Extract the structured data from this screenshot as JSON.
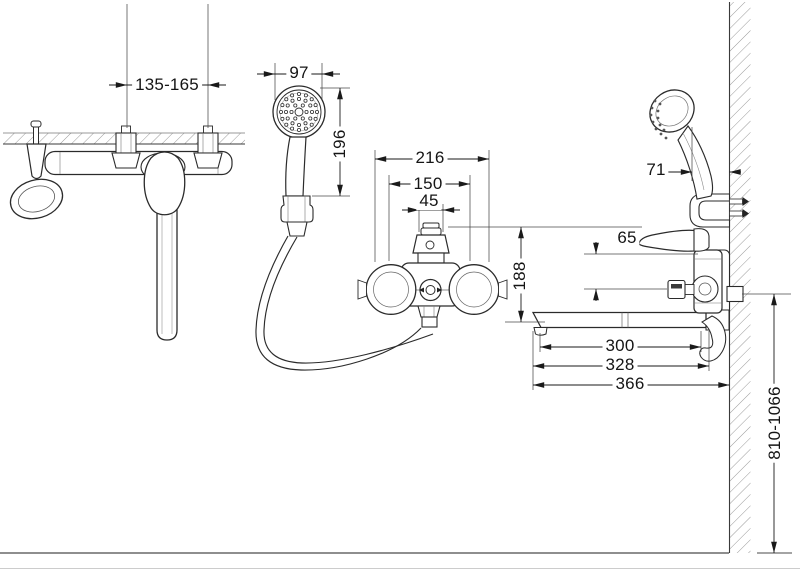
{
  "diagram": {
    "subject": "wall-mounted bath mixer with hand shower - installation drawing",
    "colors": {
      "line": "#2b2b2b",
      "dimension_line": "#1a1a1a",
      "hatch": "#9a9a9a",
      "background": "#ffffff",
      "label_text": "#151515"
    },
    "views": [
      {
        "id": "top",
        "name": "top-view"
      },
      {
        "id": "front",
        "name": "front-view-with-hand-shower"
      },
      {
        "id": "side",
        "name": "side-view-on-wall"
      }
    ],
    "dimensions": {
      "mount_spacing": {
        "label": "135-165"
      },
      "head_width": {
        "label": "97"
      },
      "head_length": {
        "label": "196"
      },
      "overall_width": {
        "label": "216"
      },
      "centers_distance": {
        "label": "150"
      },
      "handle_width": {
        "label": "45"
      },
      "body_height": {
        "label": "188"
      },
      "lever_rise": {
        "label": "65"
      },
      "holder_offset": {
        "label": "71"
      },
      "spout_reach_min": {
        "label": "300"
      },
      "spout_reach_mid": {
        "label": "328"
      },
      "spout_reach_max": {
        "label": "366"
      },
      "install_height": {
        "label": "810-1066"
      }
    }
  }
}
